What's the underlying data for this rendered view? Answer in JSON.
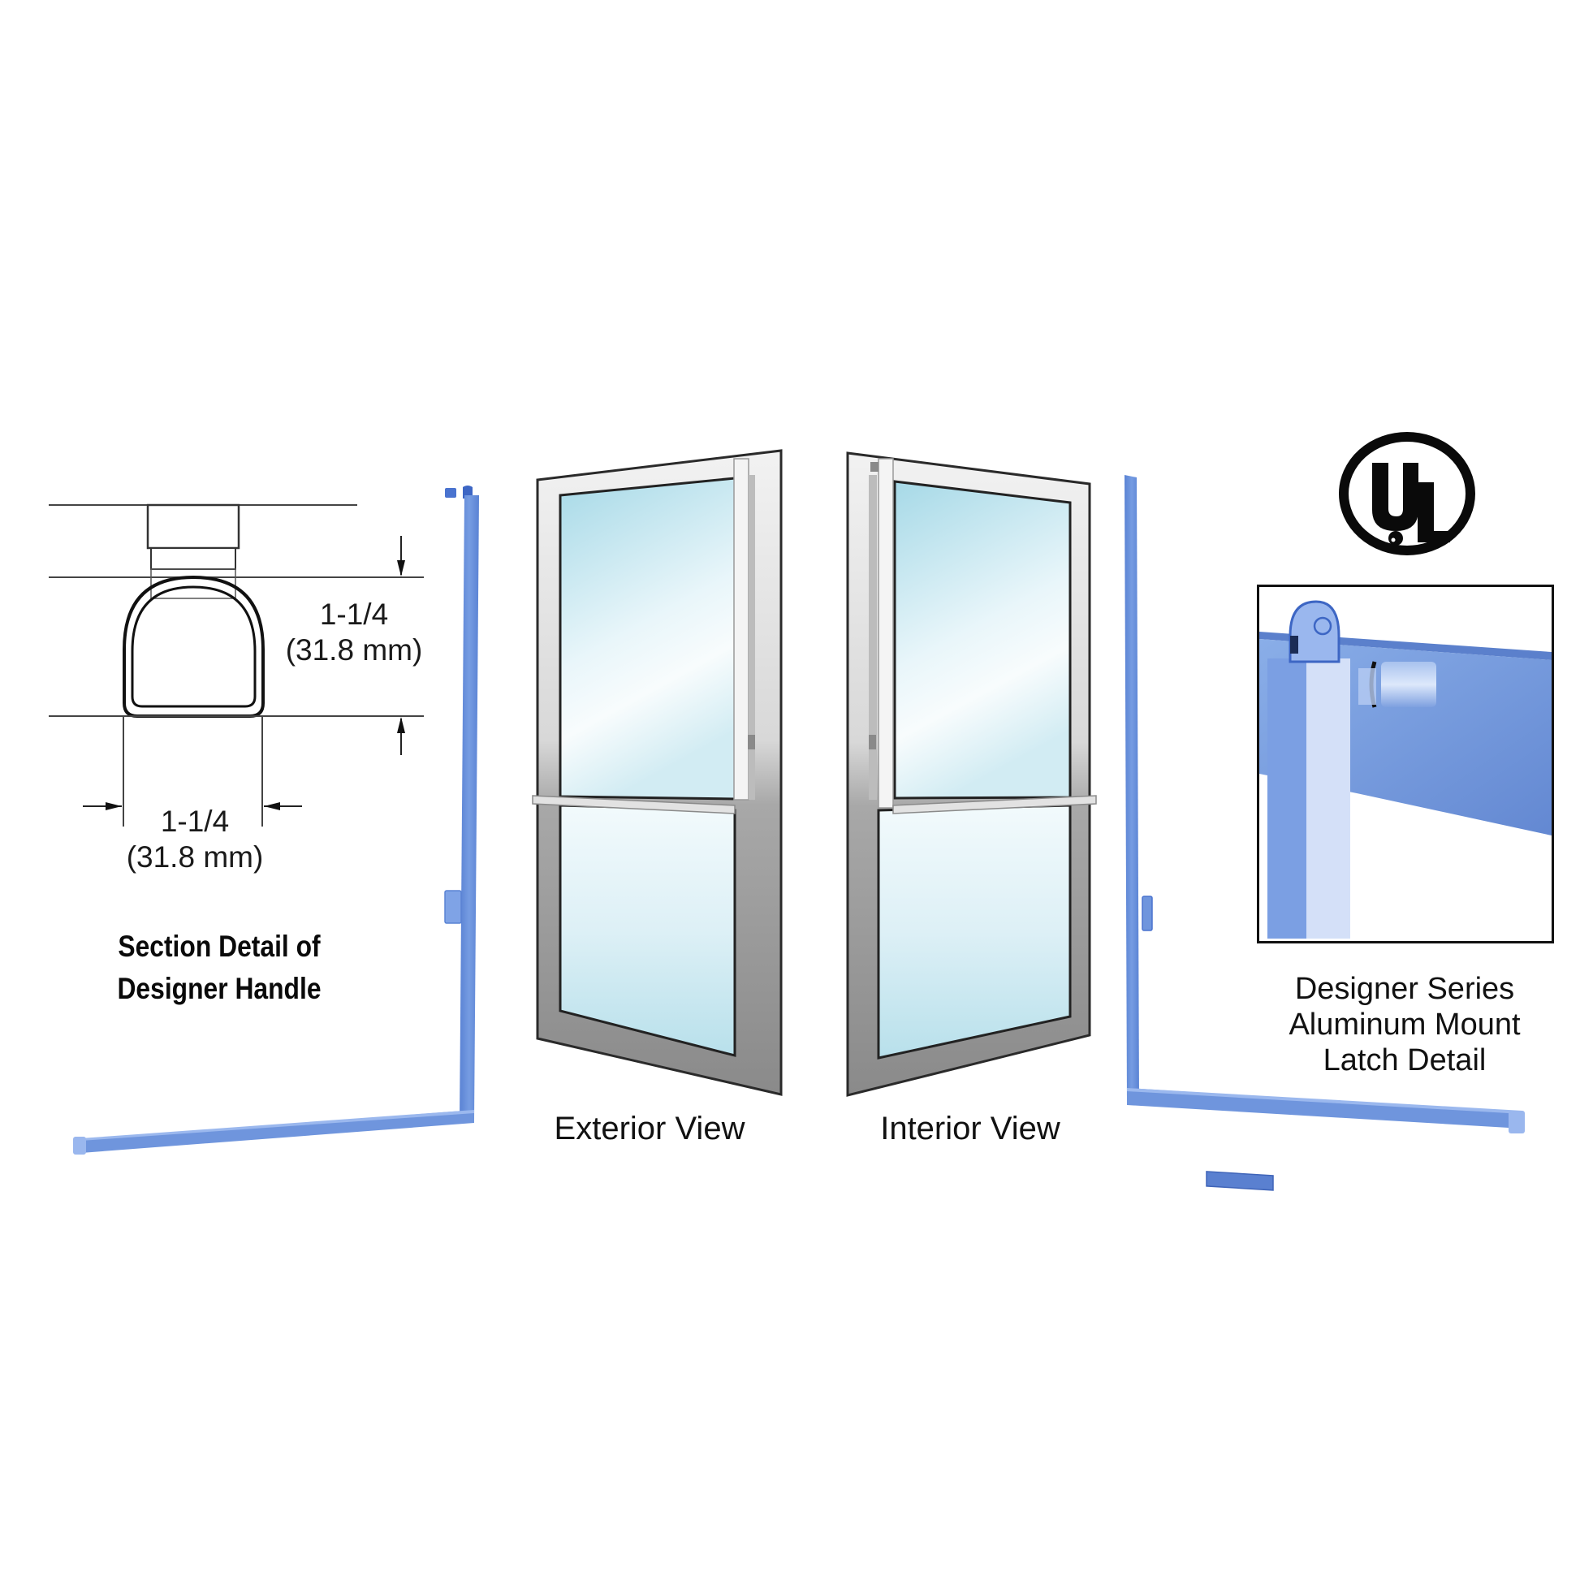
{
  "section_detail": {
    "height_dim": {
      "imperial": "1-1/4",
      "metric": "(31.8 mm)"
    },
    "width_dim": {
      "imperial": "1-1/4",
      "metric": "(31.8 mm)"
    },
    "title_line1": "Section Detail of",
    "title_line2": "Designer Handle"
  },
  "doors": {
    "exterior_label": "Exterior View",
    "interior_label": "Interior View"
  },
  "certification": {
    "logo_text": "UL",
    "logo_icon": "ul-listed-icon"
  },
  "latch_detail": {
    "caption_line1": "Designer Series",
    "caption_line2": "Aluminum Mount",
    "caption_line3": "Latch Detail"
  },
  "colors": {
    "handle_blue": "#6f95dd",
    "handle_blue_dark": "#5079cc",
    "glass_top": "#a9dbe8",
    "glass_mid": "#eef8fb",
    "frame_silver": "#e6e6e6",
    "frame_gray": "#8f8f8f",
    "outline": "#2a2a2a"
  }
}
